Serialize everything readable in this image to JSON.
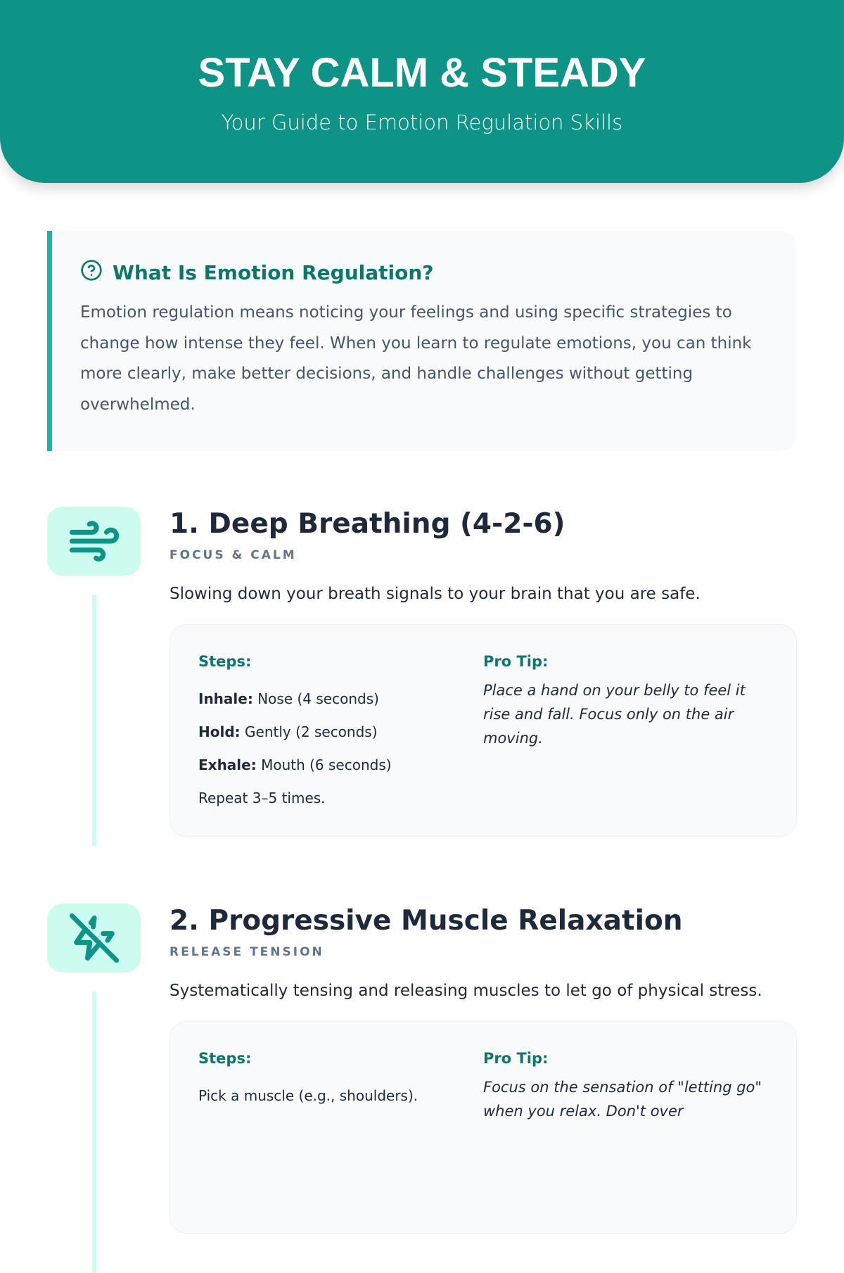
{
  "header": {
    "title": "STAY CALM & STEADY",
    "subtitle": "Your Guide to Emotion Regulation Skills"
  },
  "intro": {
    "title": "What Is Emotion Regulation?",
    "body": "Emotion regulation means noticing your feelings and using specific strategies to change how intense they feel. When you learn to regulate emotions, you can think more clearly, make better decisions, and handle challenges without getting overwhelmed."
  },
  "sections": [
    {
      "title": "1. Deep Breathing (4-2-6)",
      "subtitle": "FOCUS & CALM",
      "icon": "wind-icon",
      "description": "Slowing down your breath signals to your brain that you are safe.",
      "steps_label": "Steps:",
      "steps": [
        {
          "bold": "Inhale:",
          "text": " Nose (4 seconds)"
        },
        {
          "bold": "Hold:",
          "text": " Gently (2 seconds)"
        },
        {
          "bold": "Exhale:",
          "text": " Mouth (6 seconds)"
        },
        {
          "bold": "",
          "text": "Repeat 3–5 times."
        }
      ],
      "tip_label": "Pro Tip:",
      "tip": "Place a hand on your belly to feel it rise and fall. Focus only on the air moving."
    },
    {
      "title": "2. Progressive Muscle Relaxation",
      "subtitle": "RELEASE TENSION",
      "icon": "zap-off-icon",
      "description": "Systematically tensing and releasing muscles to let go of physical stress.",
      "steps_label": "Steps:",
      "steps": [
        {
          "bold": "",
          "text": "Pick a muscle (e.g., shoulders)."
        }
      ],
      "tip_label": "Pro Tip:",
      "tip": "Focus on the sensation of \"letting go\" when you relax. Don't over"
    }
  ]
}
